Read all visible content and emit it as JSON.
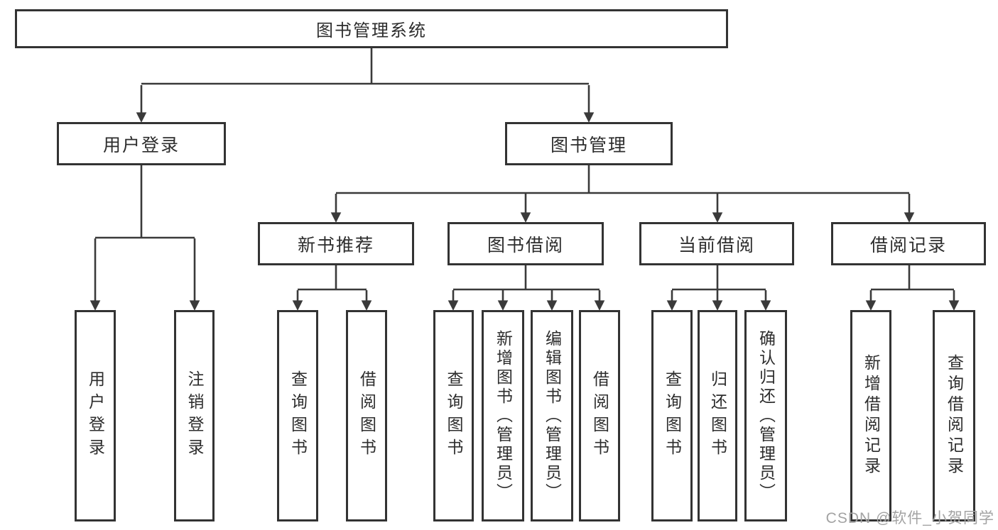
{
  "colors": {
    "background": "#ffffff",
    "line": "#3a3a3a",
    "box_border": "#333333",
    "box_fill": "#ffffff",
    "text": "#2d2d2d",
    "watermark": "#a3a3a3"
  },
  "watermark": "CSDN @软件_小贺同学",
  "tree": {
    "root": {
      "id": "library-management-system",
      "label": "图书管理系统"
    },
    "level2": [
      {
        "id": "user-login",
        "label": "用户登录",
        "parent": "library-management-system"
      },
      {
        "id": "book-management",
        "label": "图书管理",
        "parent": "library-management-system"
      }
    ],
    "level3": [
      {
        "id": "new-book-recommend",
        "label": "新书推荐",
        "parent": "book-management"
      },
      {
        "id": "book-borrowing",
        "label": "图书借阅",
        "parent": "book-management"
      },
      {
        "id": "current-borrowing",
        "label": "当前借阅",
        "parent": "book-management"
      },
      {
        "id": "borrowing-records",
        "label": "借阅记录",
        "parent": "book-management"
      }
    ],
    "leaves": [
      {
        "id": "leaf-user-login",
        "label": "用户登录",
        "parent": "user-login"
      },
      {
        "id": "leaf-logout",
        "label": "注销登录",
        "parent": "user-login"
      },
      {
        "id": "leaf-query-books-recommend",
        "label": "查询图书",
        "parent": "new-book-recommend"
      },
      {
        "id": "leaf-borrow-books-recommend",
        "label": "借阅图书",
        "parent": "new-book-recommend"
      },
      {
        "id": "leaf-query-books-borrowing",
        "label": "查询图书",
        "parent": "book-borrowing"
      },
      {
        "id": "leaf-add-books-admin",
        "label": "新增图书（管理员）",
        "parent": "book-borrowing"
      },
      {
        "id": "leaf-edit-books-admin",
        "label": "编辑图书（管理员）",
        "parent": "book-borrowing"
      },
      {
        "id": "leaf-borrow-books-borrowing",
        "label": "借阅图书",
        "parent": "book-borrowing"
      },
      {
        "id": "leaf-query-books-current",
        "label": "查询图书",
        "parent": "current-borrowing"
      },
      {
        "id": "leaf-return-books",
        "label": "归还图书",
        "parent": "current-borrowing"
      },
      {
        "id": "leaf-confirm-return-admin",
        "label": "确认归还（管理员）",
        "parent": "current-borrowing"
      },
      {
        "id": "leaf-add-borrow-record",
        "label": "新增借阅记录",
        "parent": "borrowing-records"
      },
      {
        "id": "leaf-query-borrow-record",
        "label": "查询借阅记录",
        "parent": "borrowing-records"
      }
    ]
  }
}
